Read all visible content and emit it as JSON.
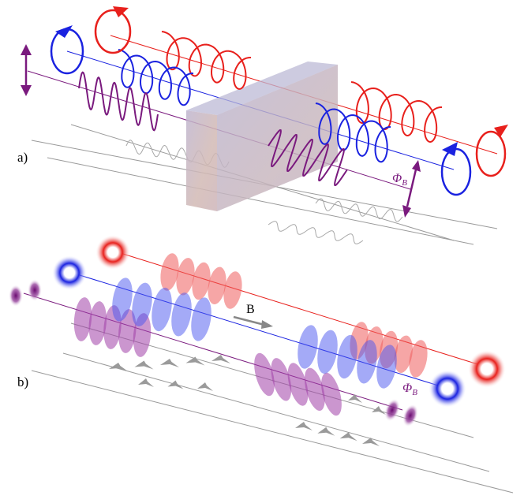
{
  "labels": {
    "panel_a": "a)",
    "panel_b": "b)",
    "phi_main": "Φ",
    "phi_sub": "B",
    "field": "B"
  },
  "colors": {
    "red": "#e8201c",
    "blue": "#1a22e0",
    "purple": "#7a1a7e",
    "gray": "#9a9a9a",
    "slab_front": "#c7b9c9",
    "slab_side": "#a9a6c8",
    "slab_top": "#bcbad6"
  },
  "icons": {
    "polarization": "double-arrow-icon",
    "rotation": "circular-arrow-icon",
    "field": "field-arrow-icon"
  }
}
